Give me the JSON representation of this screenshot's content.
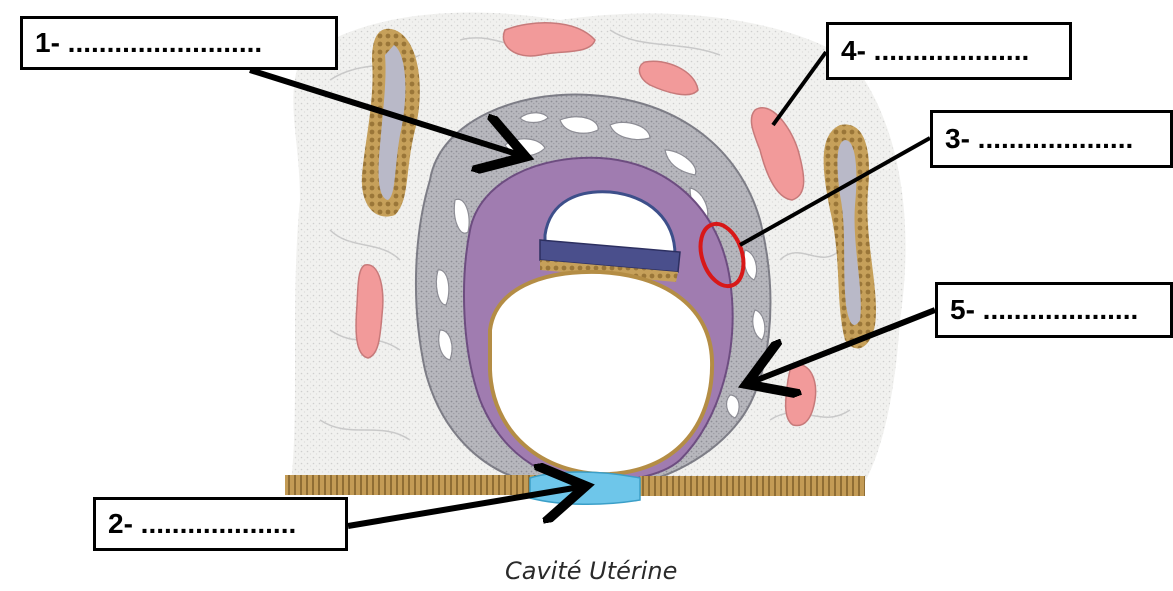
{
  "labels": [
    {
      "id": "1",
      "text": "1- ........................."
    },
    {
      "id": "2",
      "text": "2- ...................."
    },
    {
      "id": "3",
      "text": "3- ...................."
    },
    {
      "id": "4",
      "text": "4- ...................."
    },
    {
      "id": "5",
      "text": "5- ...................."
    }
  ],
  "caption": "Cavité Utérine",
  "colors": {
    "tissue": "#eeeeec",
    "trophoblast_grey": "#a9a9b0",
    "mesoderm_purple": "#a07cb0",
    "amnion_dark": "#4a4f8c",
    "endoderm_gold": "#b89448",
    "epithelium_gold": "#b08a4a",
    "vessel_red": "#f29a9a",
    "plug_blue": "#6ec6ea",
    "highlight_ring": "#d81818",
    "arrow": "#000000"
  }
}
